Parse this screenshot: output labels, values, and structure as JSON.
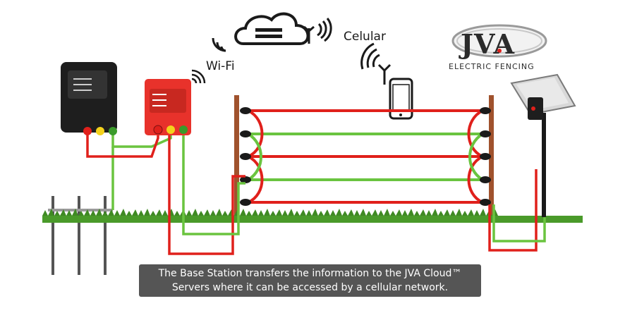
{
  "labels": {
    "wifi": "Wi-Fi",
    "celular": "Celular"
  },
  "logo": {
    "brand": "JVA",
    "tagline": "ELECTRIC FENCING"
  },
  "caption": {
    "line1": "The Base Station transfers the information to the JVA Cloud™",
    "line2": "Servers where it can be accessed by a cellular network."
  },
  "colors": {
    "live_wire": "#e0201b",
    "earth_wire": "#6ac43f",
    "grass": "#4a9a2a",
    "post": "#a0522d",
    "base_station": "#e8322b",
    "energizer": "#1e1e1e",
    "caption_bg": "#555555"
  }
}
